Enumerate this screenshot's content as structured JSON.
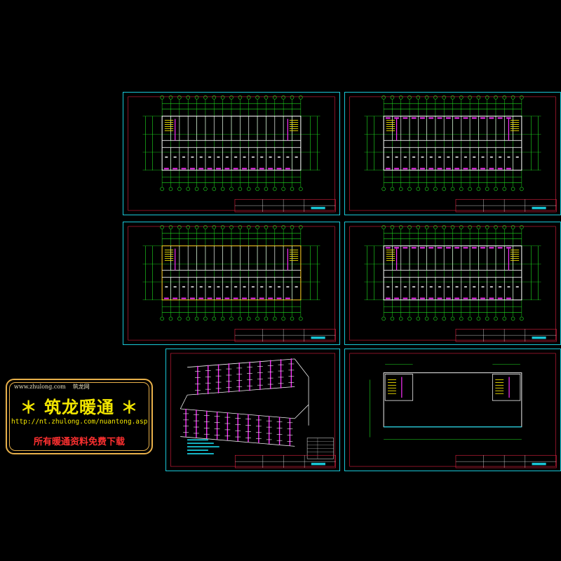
{
  "sheets": [
    {
      "id": "floor-plan-1",
      "kind": "floor-plan"
    },
    {
      "id": "floor-plan-2",
      "kind": "floor-plan"
    },
    {
      "id": "floor-plan-3",
      "kind": "floor-plan"
    },
    {
      "id": "floor-plan-4",
      "kind": "floor-plan"
    },
    {
      "id": "pipe-axonometric",
      "kind": "axonometric"
    },
    {
      "id": "roof-plan",
      "kind": "roof-plan"
    }
  ],
  "colors": {
    "background": "#000000",
    "frame": "#18c8d8",
    "inner_frame": "#e02040",
    "grid_lines": "#20e020",
    "walls": "#f0f0f0",
    "pipes": "#ff30ff",
    "stairs": "#f0e000",
    "stamp_border": "#e8b04a",
    "stamp_title": "#f2e600",
    "stamp_slogan": "#ff3030"
  },
  "watermark": {
    "site": "www.zhulong.com",
    "site_name": "筑龙网",
    "brand": "＊ 筑龙暖通 ＊",
    "url": "http://nt.zhulong.com/nuantong.asp",
    "slogan": "所有暖通资料免费下载"
  }
}
